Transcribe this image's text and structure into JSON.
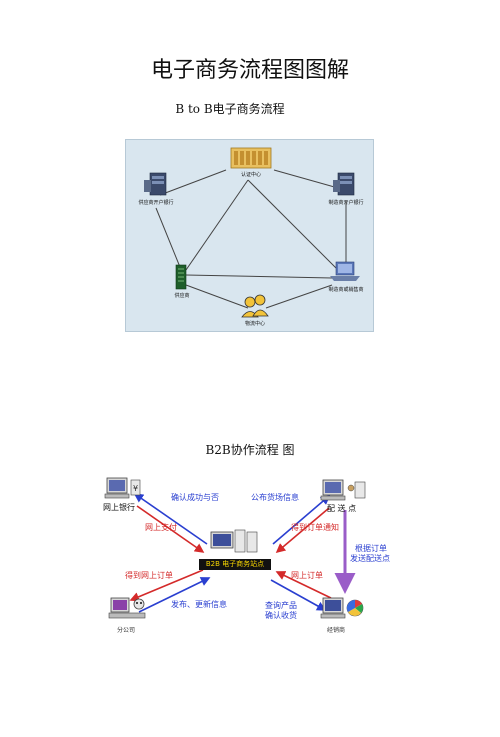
{
  "doc": {
    "title": "电子商务流程图图解",
    "subtitle_b2b": "B to B电子商务流程",
    "subtitle_b2b2": "B2B协作流程  图"
  },
  "diagram1": {
    "nodes": {
      "cert": "认证中心",
      "supplier_bank": "供应商开户银行",
      "maker_bank": "制造商开户银行",
      "supplier": "供应商",
      "maker_sales": "制造商或销售商",
      "logistics": "物流中心"
    }
  },
  "diagram2": {
    "nodes": {
      "bank": "网上银行",
      "delivery": "配 送 点",
      "branch": "分公司",
      "dealer": "经销商",
      "center": "B2B 电子商务站点"
    },
    "arrows": {
      "confirm_success": "确认成功与否",
      "online_pay": "网上支付",
      "publish_goods": "公布货场信息",
      "get_order_notice": "得到订单通知",
      "by_order_1": "根据订单",
      "by_order_2": "发送配送点",
      "get_online_order": "得到网上订单",
      "publish_update": "发布、更新信息",
      "online_order": "网上订单",
      "query_1": "查询产品",
      "query_2": "确认收货"
    }
  }
}
